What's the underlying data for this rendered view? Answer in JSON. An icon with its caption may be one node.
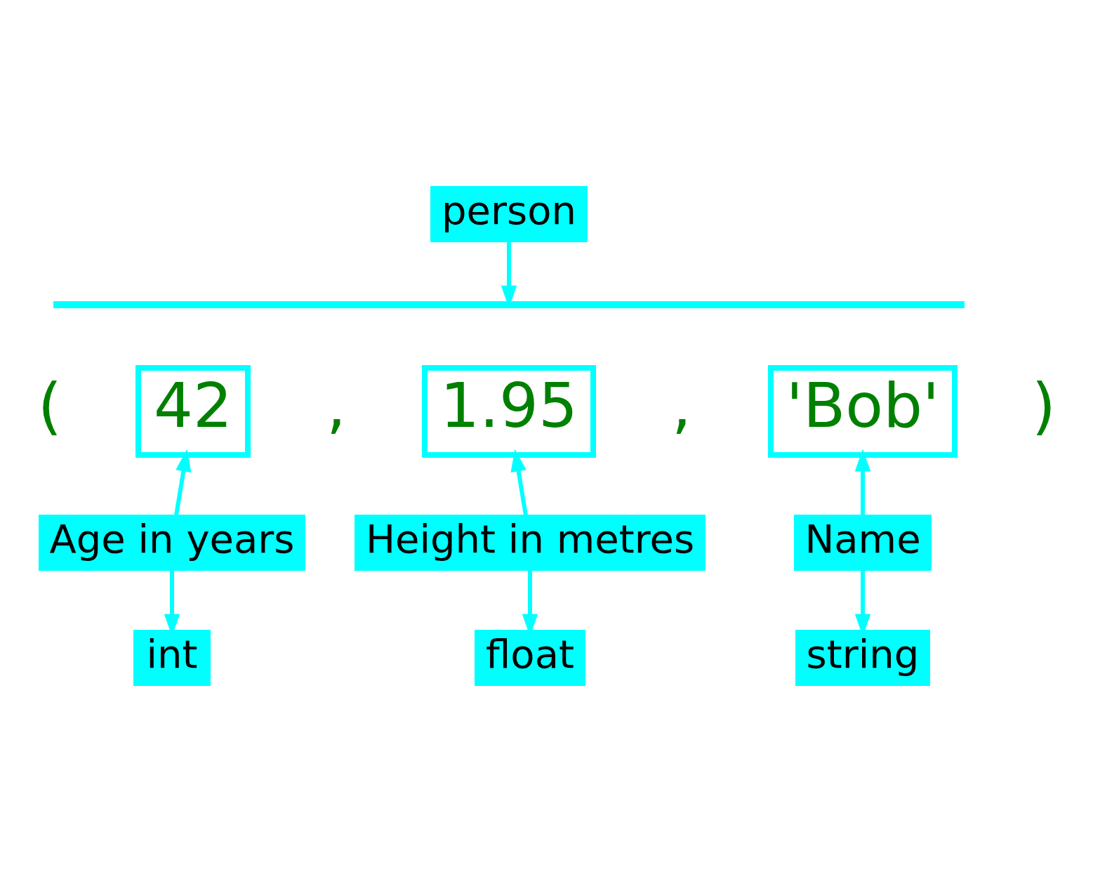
{
  "diagram": {
    "nodes": [
      {
        "text": [
          "person"
        ]
      },
      {
        "text": [],
        "shape": "brace"
      },
      {
        "text": [
          "42"
        ]
      },
      {
        "text": [
          "1.95"
        ]
      },
      {
        "text": [
          "'Bob'"
        ]
      },
      {
        "text": [
          "Age in years"
        ]
      },
      {
        "text": [
          "Height in metres"
        ]
      },
      {
        "text": [
          "Name"
        ]
      },
      {
        "text": [
          "int"
        ]
      },
      {
        "text": [
          "float"
        ]
      },
      {
        "text": [
          "string"
        ]
      }
    ],
    "edges": [
      {
        "from": 0,
        "to": 1,
        "arrow": "to"
      },
      {
        "from": 5,
        "to": 2,
        "arrow": "to"
      },
      {
        "from": 6,
        "to": 3,
        "arrow": "to"
      },
      {
        "from": 7,
        "to": 4,
        "arrow": "to"
      },
      {
        "from": 5,
        "to": 8,
        "arrow": "to"
      },
      {
        "from": 6,
        "to": 9,
        "arrow": "to"
      },
      {
        "from": 7,
        "to": 10,
        "arrow": "to"
      }
    ],
    "labels": [
      "(",
      ",",
      ",",
      ")"
    ]
  }
}
